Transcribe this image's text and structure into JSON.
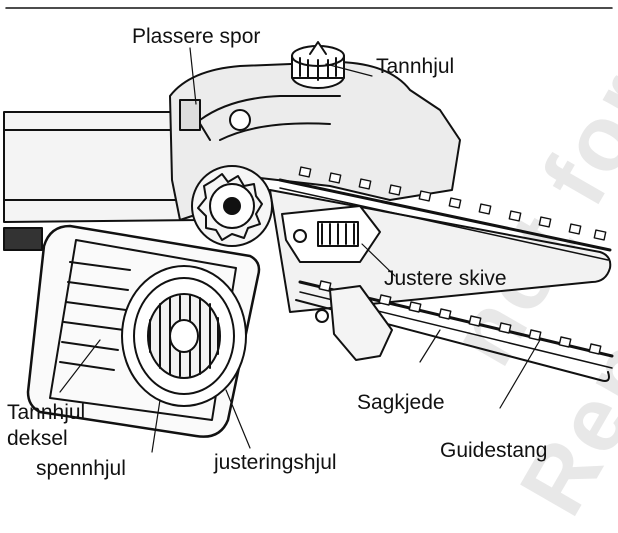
{
  "labels": {
    "plassere_spor": "Plassere spor",
    "tannhjul": "Tannhjul",
    "justere_skive": "Justere skive",
    "sagkjede": "Sagkjede",
    "guidestang": "Guidestang",
    "tannhjul_deksel_line1": "Tannhjul",
    "tannhjul_deksel_line2": "deksel",
    "spennhjul": "spennhjul",
    "justeringshjul": "justeringshjul"
  },
  "watermark": {
    "line1": "not for",
    "line2": "Rep"
  },
  "colors": {
    "ink": "#111111",
    "background": "#ffffff",
    "watermark": "#bebebe"
  }
}
